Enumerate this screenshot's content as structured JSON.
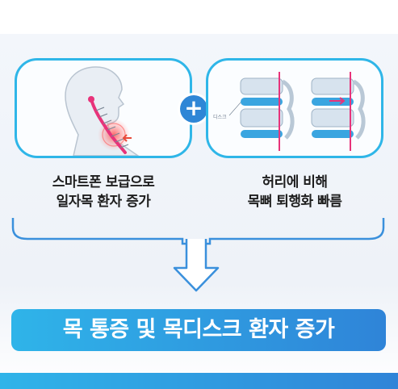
{
  "panels": {
    "left": {
      "caption_line1": "스마트폰 보급으로",
      "caption_line2": "일자목 환자 증가"
    },
    "right": {
      "disc_label": "디스크",
      "caption_line1": "허리에 비해",
      "caption_line2": "목뼈 퇴행화 빠름"
    }
  },
  "plus_symbol": "+",
  "result": {
    "text": "목 통증 및 목디스크 환자 증가"
  },
  "colors": {
    "frame": "#2fb6e8",
    "plus": "#2f86d6",
    "result_start": "#2fb4e9",
    "result_end": "#2f84d8",
    "highlight": "#e8337a"
  }
}
